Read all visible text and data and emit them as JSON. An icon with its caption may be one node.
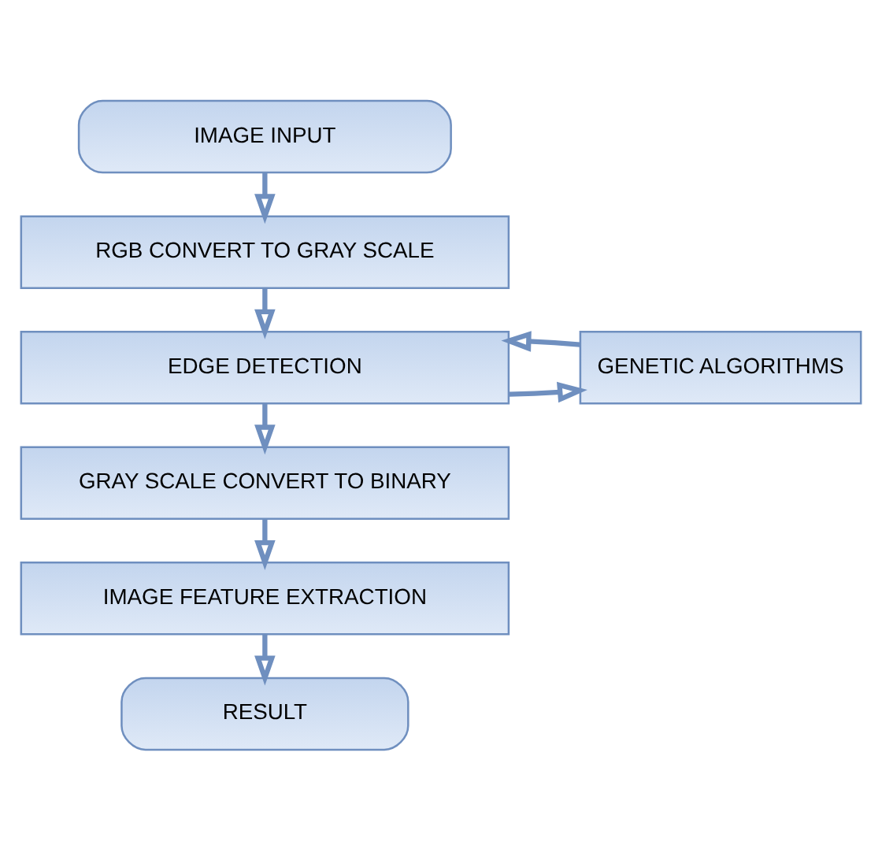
{
  "diagram": {
    "nodes": [
      {
        "text": [
          "IMAGE INPUT"
        ]
      },
      {
        "text": [
          "RGB CONVERT TO GRAY SCALE"
        ]
      },
      {
        "text": [
          "EDGE DETECTION"
        ]
      },
      {
        "text": [
          "GENETIC ALGORITHMS"
        ]
      },
      {
        "text": [
          "GRAY SCALE CONVERT TO BINARY"
        ]
      },
      {
        "text": [
          "IMAGE FEATURE EXTRACTION"
        ]
      },
      {
        "text": [
          "RESULT"
        ]
      }
    ],
    "edges": [
      {
        "from": 0,
        "to": 1,
        "arrow": "to"
      },
      {
        "from": 1,
        "to": 2,
        "arrow": "to"
      },
      {
        "from": 2,
        "to": 3,
        "arrow": "to"
      },
      {
        "from": 3,
        "to": 2,
        "arrow": "to"
      },
      {
        "from": 2,
        "to": 4,
        "arrow": "to"
      },
      {
        "from": 4,
        "to": 5,
        "arrow": "to"
      },
      {
        "from": 5,
        "to": 6,
        "arrow": "to"
      }
    ]
  }
}
